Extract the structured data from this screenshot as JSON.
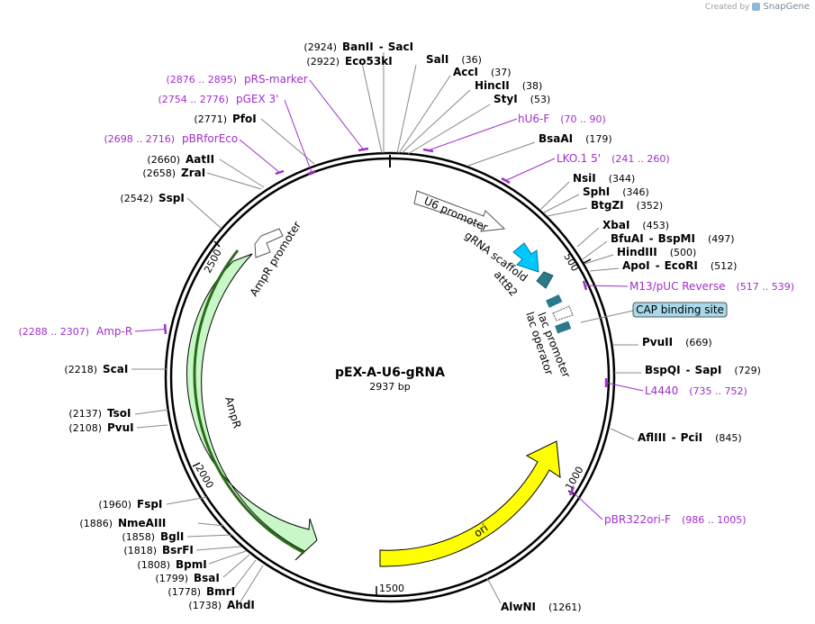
{
  "credit": {
    "prefix": "Created by",
    "brand": "SnapGene"
  },
  "plasmid": {
    "name": "pEX-A-U6-gRNA",
    "size_label": "2937 bp"
  },
  "colors": {
    "primer": "#a02ecb",
    "ampr": "#c8f7c8",
    "ori": "#ffff00",
    "grna": "#00c8ff",
    "attb": "#2b7a8c",
    "cap": "#a8d8ea"
  },
  "ticks": [
    "500",
    "1000",
    "1500",
    "2000",
    "2500"
  ],
  "sites": [
    {
      "id": "banii-saci",
      "name": "BanII",
      "name2": "SacI",
      "pos": "(2924)"
    },
    {
      "id": "eco53ki",
      "name": "Eco53kI",
      "pos": "(2922)"
    },
    {
      "id": "sali",
      "name": "SalI",
      "pos": "(36)"
    },
    {
      "id": "acci",
      "name": "AccI",
      "pos": "(37)"
    },
    {
      "id": "hincii",
      "name": "HincII",
      "pos": "(38)"
    },
    {
      "id": "styi",
      "name": "StyI",
      "pos": "(53)"
    },
    {
      "id": "bsaai",
      "name": "BsaAI",
      "pos": "(179)"
    },
    {
      "id": "nsii",
      "name": "NsiI",
      "pos": "(344)"
    },
    {
      "id": "sphi",
      "name": "SphI",
      "pos": "(346)"
    },
    {
      "id": "btgzi",
      "name": "BtgZI",
      "pos": "(352)"
    },
    {
      "id": "xbai",
      "name": "XbaI",
      "pos": "(453)"
    },
    {
      "id": "bfuai",
      "name": "BfuAI",
      "name2": "BspMI",
      "pos": "(497)"
    },
    {
      "id": "hindiii",
      "name": "HindIII",
      "pos": "(500)"
    },
    {
      "id": "apoi",
      "name": "ApoI",
      "name2": "EcoRI",
      "pos": "(512)"
    },
    {
      "id": "pvuii",
      "name": "PvuII",
      "pos": "(669)"
    },
    {
      "id": "bspqi",
      "name": "BspQI",
      "name2": "SapI",
      "pos": "(729)"
    },
    {
      "id": "afliii",
      "name": "AflIII",
      "name2": "PciI",
      "pos": "(845)"
    },
    {
      "id": "alwni",
      "name": "AlwNI",
      "pos": "(1261)"
    },
    {
      "id": "ahdi",
      "name": "AhdI",
      "pos": "(1738)"
    },
    {
      "id": "bmri",
      "name": "BmrI",
      "pos": "(1778)"
    },
    {
      "id": "bsai",
      "name": "BsaI",
      "pos": "(1799)"
    },
    {
      "id": "bpmi",
      "name": "BpmI",
      "pos": "(1808)"
    },
    {
      "id": "bsrfi",
      "name": "BsrFI",
      "pos": "(1818)"
    },
    {
      "id": "bgli",
      "name": "BglI",
      "pos": "(1858)"
    },
    {
      "id": "nmeaiii",
      "name": "NmeAIII",
      "pos": "(1886)"
    },
    {
      "id": "fspi",
      "name": "FspI",
      "pos": "(1960)"
    },
    {
      "id": "pvui",
      "name": "PvuI",
      "pos": "(2108)"
    },
    {
      "id": "tsoi",
      "name": "TsoI",
      "pos": "(2137)"
    },
    {
      "id": "scai",
      "name": "ScaI",
      "pos": "(2218)"
    },
    {
      "id": "sspi",
      "name": "SspI",
      "pos": "(2542)"
    },
    {
      "id": "zrai",
      "name": "ZraI",
      "pos": "(2658)"
    },
    {
      "id": "aatii",
      "name": "AatII",
      "pos": "(2660)"
    },
    {
      "id": "pfoi",
      "name": "PfoI",
      "pos": "(2771)"
    }
  ],
  "primers": [
    {
      "id": "hu6-f",
      "name": "hU6-F",
      "range": "(70 .. 90)"
    },
    {
      "id": "lko1-5",
      "name": "LKO.1 5'",
      "range": "(241 .. 260)"
    },
    {
      "id": "m13-puc-reverse",
      "name": "M13/pUC Reverse",
      "range": "(517 .. 539)"
    },
    {
      "id": "l4440",
      "name": "L4440",
      "range": "(735 .. 752)"
    },
    {
      "id": "pbr322ori-f",
      "name": "pBR322ori-F",
      "range": "(986 .. 1005)"
    },
    {
      "id": "amp-r",
      "name": "Amp-R",
      "range": "(2288 .. 2307)"
    },
    {
      "id": "pbrforeco",
      "name": "pBRforEco",
      "range": "(2698 .. 2716)"
    },
    {
      "id": "pgex3",
      "name": "pGEX 3'",
      "range": "(2754 .. 2776)"
    },
    {
      "id": "prs-marker",
      "name": "pRS-marker",
      "range": "(2876 .. 2895)"
    }
  ],
  "features": {
    "u6_promoter": "U6 promoter",
    "grna_scaffold": "gRNA scaffold",
    "attb2": "attB2",
    "lac_promoter": "lac promoter",
    "lac_operator": "lac operator",
    "cap_site": "CAP binding site",
    "ampr_promoter": "AmpR promoter",
    "ampr": "AmpR",
    "ori": "ori"
  }
}
